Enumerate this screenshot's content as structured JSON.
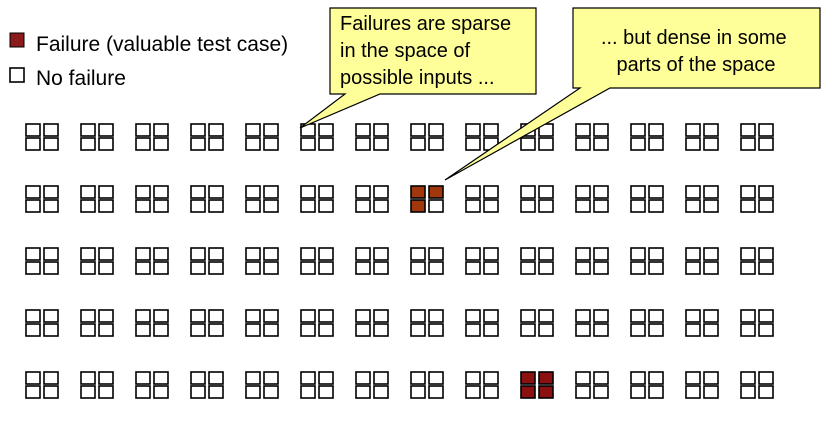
{
  "legend": {
    "failure_label": "Failure (valuable test case)",
    "no_failure_label": "No failure"
  },
  "callouts": {
    "sparse": {
      "lines": [
        "Failures are sparse",
        "in the space of",
        "possible inputs ..."
      ]
    },
    "dense": {
      "lines": [
        "... but dense in some",
        "parts of the space"
      ]
    }
  },
  "grid": {
    "block_rows": 5,
    "block_cols": 14,
    "failures": [
      [
        1,
        7,
        0,
        0
      ],
      [
        1,
        7,
        0,
        1
      ],
      [
        1,
        7,
        1,
        0
      ],
      [
        4,
        9,
        0,
        0
      ],
      [
        4,
        9,
        0,
        1
      ],
      [
        4,
        9,
        1,
        0
      ],
      [
        4,
        9,
        1,
        1
      ]
    ]
  },
  "colors": {
    "failure_legend": "#8b1a1a",
    "failure_block_a": "#a0380c",
    "failure_block_b": "#8b1010",
    "callout_fill": "#ffff99",
    "callout_border": "#000000",
    "cell_border": "#000000"
  }
}
